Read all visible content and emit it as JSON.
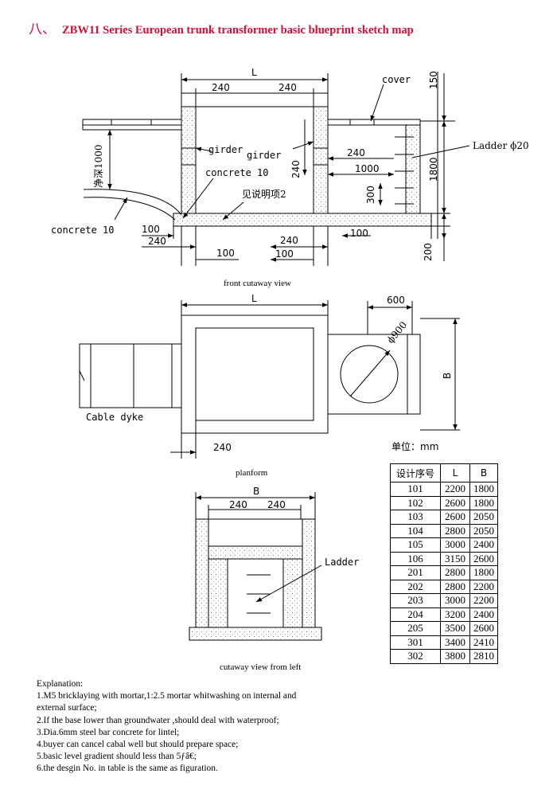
{
  "title": {
    "number": "八、",
    "text": "ZBW11 Series European trunk transformer basic blueprint sketch map"
  },
  "front_view": {
    "caption": "front cutaway view",
    "labels": {
      "L": "L",
      "d240a": "240",
      "d240b": "240",
      "cover": "cover",
      "d150": "150",
      "ladder": "Ladder ϕ20",
      "girder1": "girder",
      "girder2": "girder",
      "d240c": "240",
      "d240v": "240",
      "d1000": "1000",
      "d1800": "1800",
      "concrete_top": "concrete 10",
      "depth": "净深1000",
      "d300": "300",
      "note_ref": "见说明项2",
      "concrete_left": "concrete 10",
      "d100a": "100",
      "d240d": "240",
      "d240e": "240",
      "d100b": "100",
      "d100c": "100",
      "d100d": "100",
      "d200": "200"
    }
  },
  "plan_view": {
    "caption": "planform",
    "labels": {
      "L": "L",
      "d600": "600",
      "phi": "ϕ900",
      "B": "B",
      "cable": "Cable dyke",
      "d240": "240"
    }
  },
  "side_view": {
    "caption": "cutaway view from left",
    "labels": {
      "B": "B",
      "d240a": "240",
      "d240b": "240",
      "ladder": "Ladder"
    }
  },
  "unit": "单位：mm",
  "table": {
    "headers": [
      "设计序号",
      "L",
      "B"
    ],
    "rows": [
      [
        "101",
        "2200",
        "1800"
      ],
      [
        "102",
        "2600",
        "1800"
      ],
      [
        "103",
        "2600",
        "2050"
      ],
      [
        "104",
        "2800",
        "2050"
      ],
      [
        "105",
        "3000",
        "2400"
      ],
      [
        "106",
        "3150",
        "2600"
      ],
      [
        "201",
        "2800",
        "1800"
      ],
      [
        "202",
        "2800",
        "2200"
      ],
      [
        "203",
        "3000",
        "2200"
      ],
      [
        "204",
        "3200",
        "2400"
      ],
      [
        "205",
        "3500",
        "2600"
      ],
      [
        "301",
        "3400",
        "2410"
      ],
      [
        "302",
        "3800",
        "2810"
      ]
    ]
  },
  "explanation": {
    "heading": "Explanation:",
    "items": [
      "1.M5 bricklaying with mortar,1:2.5 mortar whitwashing on internal and external surface;",
      "2.If the base lower than groundwater ,should deal with waterproof;",
      "3.Dia.6mm steel bar concrete for lintel;",
      "4.buyer can cancel cabal well but should prepare space;",
      "5.basic level gradient should less than 5ƒâ€;",
      "6.the desgin No. in table is the same as figuration."
    ]
  }
}
